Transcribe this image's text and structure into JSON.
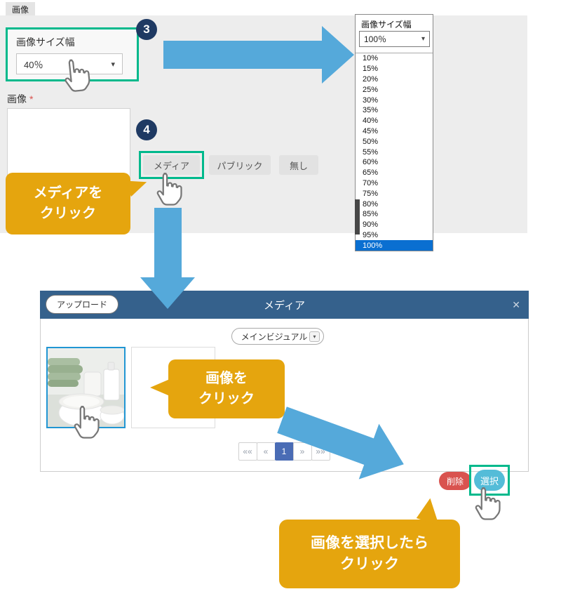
{
  "page": {
    "tab": "画像"
  },
  "size_field": {
    "label": "画像サイズ幅",
    "value": "40％",
    "step_badge": "3"
  },
  "size_dropdown": {
    "label": "画像サイズ幅",
    "selected": "100％",
    "options": [
      "10%",
      "15%",
      "20%",
      "25%",
      "30%",
      "35%",
      "40%",
      "45%",
      "50%",
      "55%",
      "60%",
      "65%",
      "70%",
      "75%",
      "80%",
      "85%",
      "90%",
      "95%",
      "100%"
    ],
    "highlighted_option": "100%"
  },
  "image_field": {
    "label": "画像",
    "required": "*",
    "step_badge": "4",
    "media_button": "メディア",
    "public_button": "パブリック",
    "none_button": "無し"
  },
  "callouts": {
    "media": "メディアを\nクリック",
    "image": "画像を\nクリック",
    "select": "画像を選択したら\nクリック"
  },
  "media_modal": {
    "title": "メディア",
    "close": "✕",
    "upload": "アップロード",
    "category": "メインビジュアル",
    "pagination": [
      "««",
      "«",
      "1",
      "»",
      "»»"
    ],
    "active_page": "1",
    "delete": "削除",
    "select": "選択"
  },
  "icons": {
    "chevron_down": "▾"
  },
  "colors": {
    "highlight_green": "#00b98c",
    "callout_orange": "#e5a50e",
    "arrow_blue": "#55a9da",
    "badge_navy": "#1f3a63",
    "modal_header": "#35618c",
    "option_selected": "#0a6fd1",
    "pagination_active": "#4a6cb5",
    "delete_red": "#d9534f",
    "select_teal": "#54bcd8"
  }
}
